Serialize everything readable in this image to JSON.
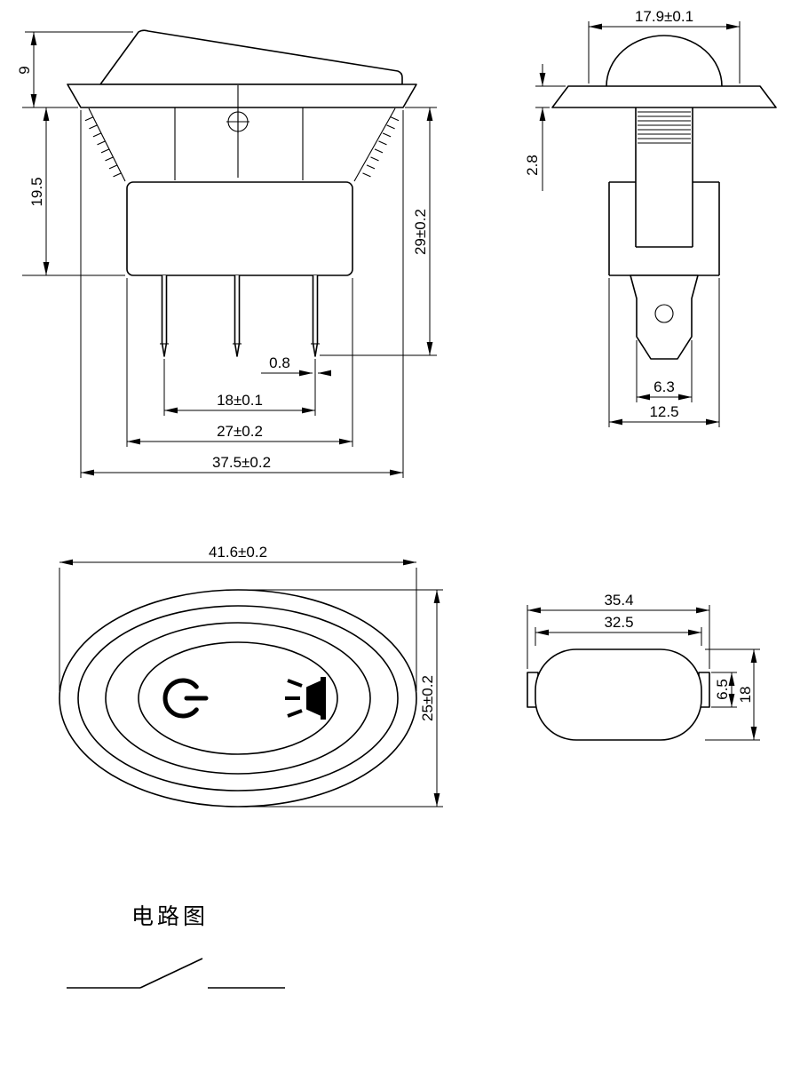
{
  "drawing": {
    "background": "#ffffff",
    "line_color": "#000000",
    "front_view": {
      "name": "front-view",
      "dims": {
        "rocker_height": "9",
        "panel_depth": "19.5",
        "total_height": "29±0.2",
        "pin_thickness": "0.8",
        "pin_pitch": "18±0.1",
        "body_width": "27±0.2",
        "flange_width": "37.5±0.2"
      }
    },
    "side_view": {
      "name": "side-view",
      "dims": {
        "rocker_width": "17.9±0.1",
        "flange_thickness": "2.8",
        "terminal_width": "6.3",
        "body_depth": "12.5"
      }
    },
    "top_view": {
      "name": "top-view",
      "symbols": [
        {
          "name": "power-icon"
        },
        {
          "name": "lamp-icon"
        }
      ],
      "dims": {
        "face_width": "41.6±0.2",
        "face_height": "25±0.2"
      }
    },
    "panel_view": {
      "name": "panel-cutout-view",
      "dims": {
        "overall_width": "35.4",
        "body_width": "32.5",
        "tab_height": "6.5",
        "body_height": "18"
      }
    },
    "circuit": {
      "label": "电路图"
    }
  }
}
